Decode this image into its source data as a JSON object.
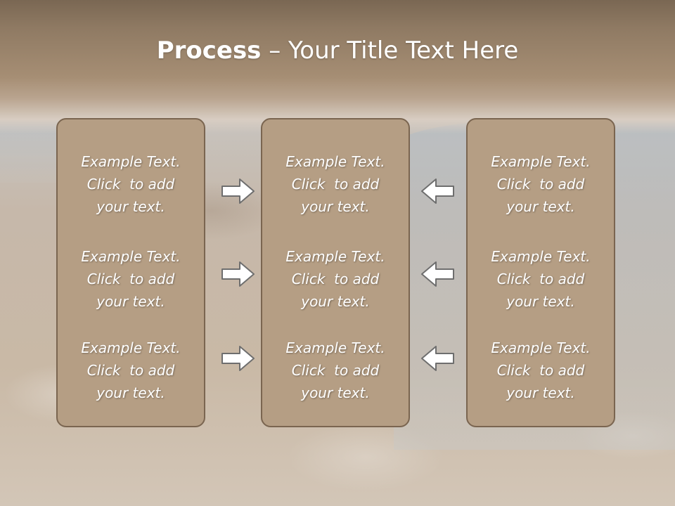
{
  "slide": {
    "title_bold": "Process",
    "title_rest": " – Your Title Text Here"
  },
  "columns": [
    {
      "items": [
        {
          "l1": "Example Text.",
          "l2": "Click  to add",
          "l3": "your text."
        },
        {
          "l1": "Example Text.",
          "l2": "Click  to add",
          "l3": "your text."
        },
        {
          "l1": "Example Text.",
          "l2": "Click  to add",
          "l3": "your text."
        }
      ]
    },
    {
      "items": [
        {
          "l1": "Example Text.",
          "l2": "Click  to add",
          "l3": "your text."
        },
        {
          "l1": "Example Text.",
          "l2": "Click  to add",
          "l3": "your text."
        },
        {
          "l1": "Example Text.",
          "l2": "Click  to add",
          "l3": "your text."
        }
      ]
    },
    {
      "items": [
        {
          "l1": "Example Text.",
          "l2": "Click  to add",
          "l3": "your text."
        },
        {
          "l1": "Example Text.",
          "l2": "Click  to add",
          "l3": "your text."
        },
        {
          "l1": "Example Text.",
          "l2": "Click  to add",
          "l3": "your text."
        }
      ]
    }
  ],
  "arrows": {
    "left_group": "arrow-right-icon",
    "right_group": "arrow-left-icon"
  },
  "colors": {
    "box_fill": "#b59e84",
    "box_border": "#7a6550",
    "header": "#8f7a63"
  }
}
